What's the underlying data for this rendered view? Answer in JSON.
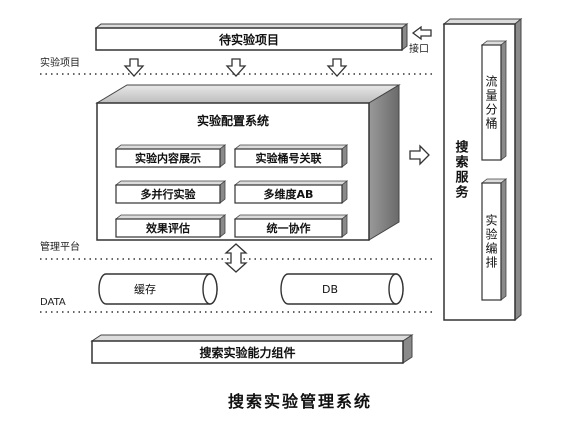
{
  "top_box": "待实验项目",
  "interface_label": "接口",
  "layer_experiment_project": "实验项目",
  "config_title": "实验配置系统",
  "config_items": [
    "实验内容展示",
    "实验桶号关联",
    "多并行实验",
    "多维度AB",
    "效果评估",
    "统一协作"
  ],
  "layer_management": "管理平台",
  "layer_data": "DATA",
  "cache_label": "缓存",
  "db_label": "DB",
  "bottom_box": "搜索实验能力组件",
  "search_service": "搜索服务",
  "traffic_split": "流量分桶",
  "experiment_orchestration": "实验编排",
  "caption": "搜索实验管理系统"
}
